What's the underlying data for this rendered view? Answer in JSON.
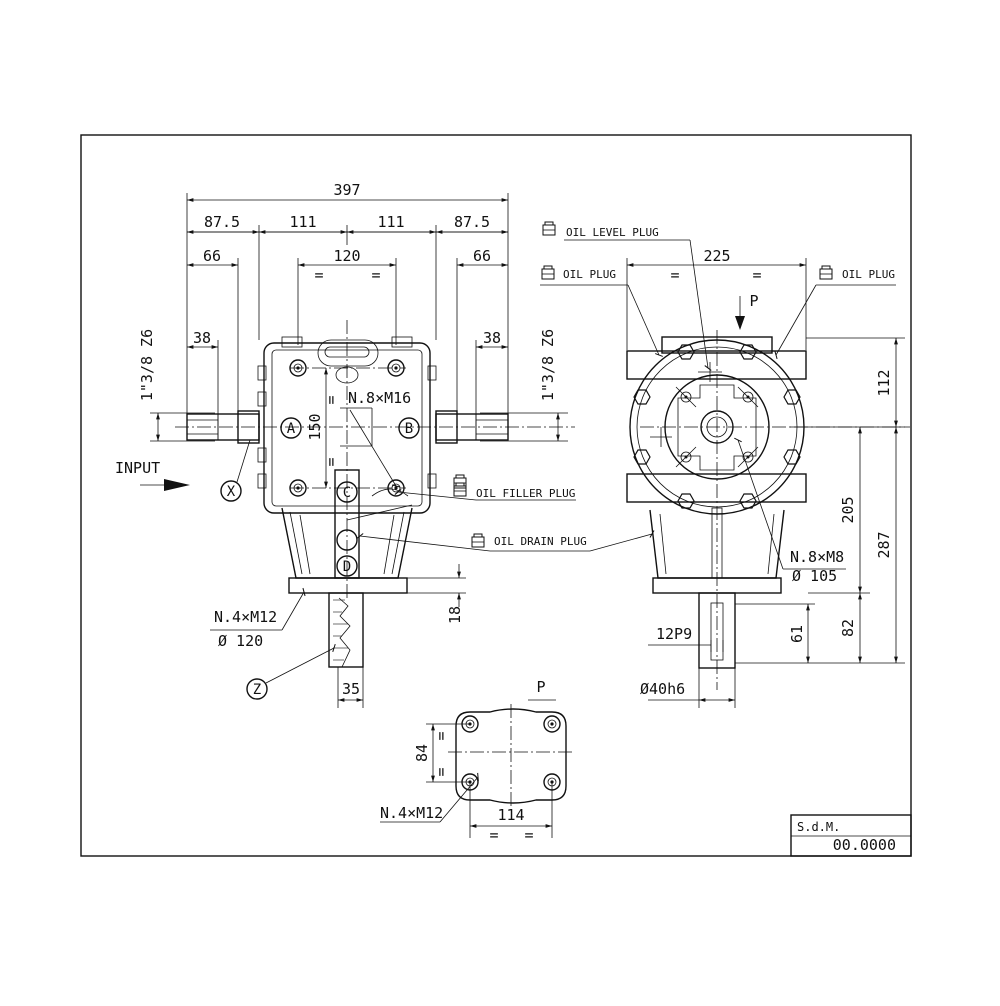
{
  "dimensions": {
    "overall_width": "397",
    "left_offset": "87.5",
    "left_half": "111",
    "right_half": "111",
    "right_offset": "87.5",
    "bolt_spacing": "120",
    "left_shaft_length": "66",
    "right_shaft_length": "66",
    "left_spline_length": "38",
    "right_spline_length": "38",
    "left_spline_spec": "1\"3/8 Z6",
    "right_spline_spec": "1\"3/8 Z6",
    "bolt_height": "150",
    "base_thickness": "18",
    "output_shaft_width": "35",
    "side_width": "225",
    "top_height": "112",
    "center_to_base": "205",
    "total_height": "287",
    "shaft_length": "82",
    "keyway_length": "61",
    "key_spec": "12P9",
    "shaft_diameter": "Ø40h6",
    "plate_height": "84",
    "plate_width": "114",
    "equal_mark": "="
  },
  "labels": {
    "input": "INPUT",
    "front_bolts": "N.8×M16",
    "base_bolts": "N.4×M12",
    "base_circle": "Ø 120",
    "side_bolts": "N.8×M8",
    "side_circle": "Ø 105",
    "plate_bolts": "N.4×M12",
    "view_arrow": "P",
    "view_label": "P",
    "oil_level_plug": "OIL LEVEL PLUG",
    "oil_plug_left": "OIL PLUG",
    "oil_plug_right": "OIL PLUG",
    "oil_filler_plug": "OIL FILLER PLUG",
    "oil_drain_plug": "OIL DRAIN PLUG"
  },
  "markers": {
    "a": "A",
    "b": "B",
    "c": "C",
    "d": "D",
    "x": "X",
    "z": "Z"
  },
  "title_block": {
    "company": "S.d.M.",
    "number": "00.0000"
  }
}
